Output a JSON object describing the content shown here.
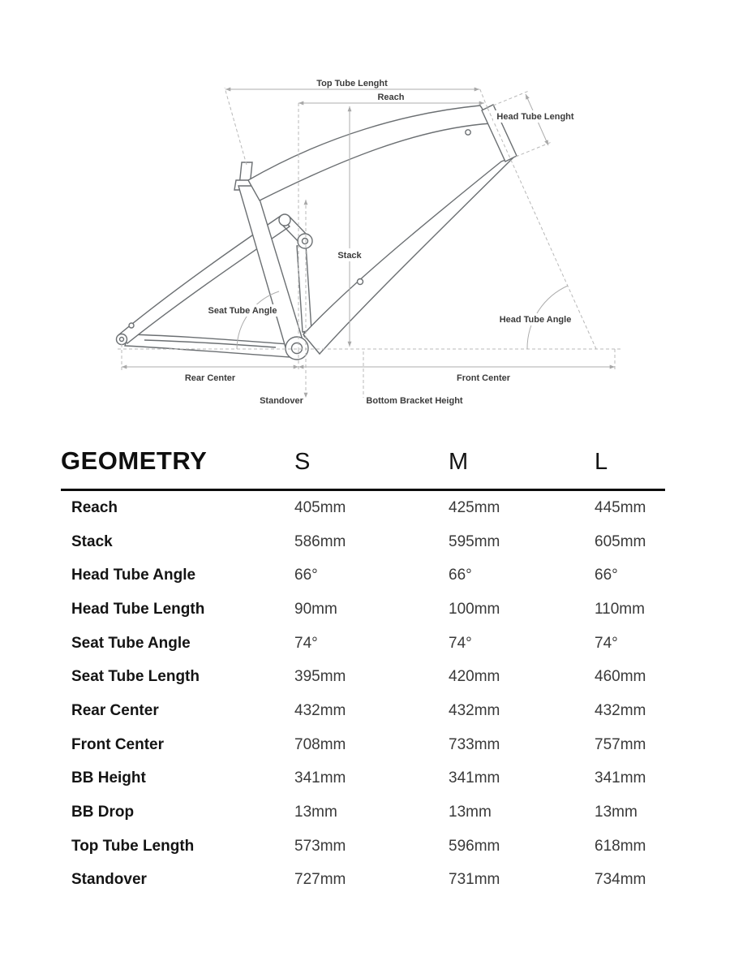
{
  "diagram": {
    "labels": {
      "top_tube_length": "Top Tube Lenght",
      "reach": "Reach",
      "head_tube_length": "Head Tube Lenght",
      "stack": "Stack",
      "seat_tube_angle": "Seat Tube Angle",
      "head_tube_angle": "Head Tube Angle",
      "rear_center": "Rear Center",
      "front_center": "Front Center",
      "standover": "Standover",
      "bottom_bracket_height": "Bottom Bracket Height"
    }
  },
  "table": {
    "title": "GEOMETRY",
    "columns": [
      "S",
      "M",
      "L"
    ],
    "rows": [
      {
        "label": "Reach",
        "values": [
          "405mm",
          "425mm",
          "445mm"
        ]
      },
      {
        "label": "Stack",
        "values": [
          "586mm",
          "595mm",
          "605mm"
        ]
      },
      {
        "label": "Head Tube Angle",
        "values": [
          "66°",
          "66°",
          "66°"
        ]
      },
      {
        "label": "Head Tube Length",
        "values": [
          "90mm",
          "100mm",
          "110mm"
        ]
      },
      {
        "label": "Seat Tube Angle",
        "values": [
          "74°",
          "74°",
          "74°"
        ]
      },
      {
        "label": "Seat Tube Length",
        "values": [
          "395mm",
          "420mm",
          "460mm"
        ]
      },
      {
        "label": "Rear Center",
        "values": [
          "432mm",
          "432mm",
          "432mm"
        ]
      },
      {
        "label": "Front Center",
        "values": [
          "708mm",
          "733mm",
          "757mm"
        ]
      },
      {
        "label": "BB Height",
        "values": [
          "341mm",
          "341mm",
          "341mm"
        ]
      },
      {
        "label": "BB Drop",
        "values": [
          "13mm",
          "13mm",
          "13mm"
        ]
      },
      {
        "label": "Top Tube Length",
        "values": [
          "573mm",
          "596mm",
          "618mm"
        ]
      },
      {
        "label": "Standover",
        "values": [
          "727mm",
          "731mm",
          "734mm"
        ]
      }
    ]
  }
}
